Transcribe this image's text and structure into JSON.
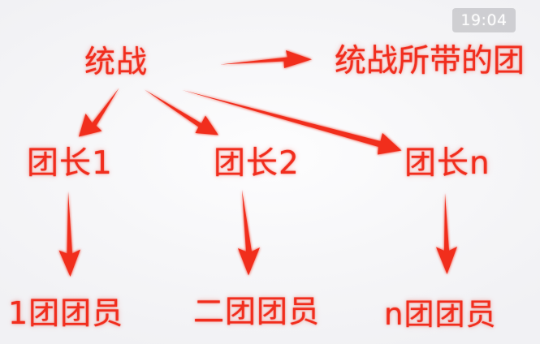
{
  "meta": {
    "title": "统战组织结构图",
    "background_color": "#f5f5f7",
    "ink_color": "#f12d1d"
  },
  "overlay": {
    "timestamp": "19:04",
    "timestamp_bg": "#c4c4c8",
    "timestamp_color": "#fdfdfd"
  },
  "diagram": {
    "type": "hand-drawn-hierarchy",
    "nodes": {
      "root": "统战",
      "root_group_label": "统战所带的团",
      "leader_1": "团长1",
      "leader_2": "团长2",
      "leader_n": "团长n",
      "member_1": "1团团员",
      "member_2": "二团团员",
      "member_n": "n团团员"
    },
    "arrows": [
      {
        "name": "root-to-group-label",
        "from": "统战",
        "to": "统战所带的团",
        "direction": "right"
      },
      {
        "name": "root-to-leader-1",
        "from": "统战",
        "to": "团长1",
        "direction": "down-left"
      },
      {
        "name": "root-to-leader-2",
        "from": "统战",
        "to": "团长2",
        "direction": "down-right"
      },
      {
        "name": "root-to-leader-n",
        "from": "统战",
        "to": "团长n",
        "direction": "down-right-long"
      },
      {
        "name": "leader-1-to-member-1",
        "from": "团长1",
        "to": "1团团员",
        "direction": "down"
      },
      {
        "name": "leader-2-to-member-2",
        "from": "团长2",
        "to": "二团团员",
        "direction": "down"
      },
      {
        "name": "leader-n-to-member-n",
        "from": "团长n",
        "to": "n团团员",
        "direction": "down"
      }
    ]
  }
}
